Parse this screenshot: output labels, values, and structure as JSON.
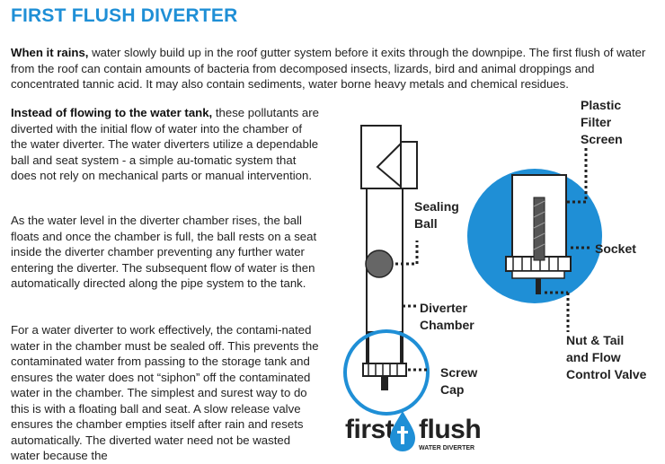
{
  "title": "FIRST FLUSH DIVERTER",
  "para1": {
    "lead": "When it rains,",
    "text": " water slowly build up in the roof gutter system before it exits through the downpipe. The first flush of water from the roof can contain amounts of bacteria from decomposed insects, lizards, bird and animal droppings and concentrated tannic acid. It may also contain sediments, water borne heavy metals and chemical residues."
  },
  "para2": {
    "lead": "Instead of flowing to the water tank,",
    "text": " these pollutants are diverted with the initial flow of water into the chamber of the water diverter. The water diverters utilize a dependable ball and seat system - a simple au-tomatic system that does not rely on mechanical parts or manual intervention."
  },
  "para3": {
    "text": "As the water level in the diverter chamber rises, the ball floats and once the chamber is full, the ball rests on a seat inside the diverter chamber preventing any further water entering the diverter. The subsequent flow of water is then automatically directed along the pipe system to the tank."
  },
  "para4": {
    "text": "For a water diverter to work effectively, the contami-nated water in the chamber must be sealed off. This prevents the contaminated water from passing to the storage tank and ensures the water does not “siphon” off the contaminated water in the chamber. The simplest and surest way to do this is with a floating ball and seat. A slow release valve ensures the chamber empties itself after rain and resets automatically. The diverted water need not be wasted water because the"
  },
  "labels": {
    "plastic_filter_screen": [
      "Plastic",
      "Filter",
      "Screen"
    ],
    "sealing_ball": [
      "Sealing",
      "Ball"
    ],
    "socket": "Socket",
    "diverter_chamber": [
      "Diverter",
      "Chamber"
    ],
    "nut_tail": [
      "Nut & Tail",
      "and Flow",
      "Control Valve"
    ],
    "screw_cap": [
      "Screw",
      "Cap"
    ]
  },
  "logo": {
    "left": "first",
    "right": "flush",
    "tagline": "WATER DIVERTER"
  },
  "colors": {
    "title": "#1f8fd6",
    "accent": "#1f8fd6",
    "ball": "#666666"
  }
}
